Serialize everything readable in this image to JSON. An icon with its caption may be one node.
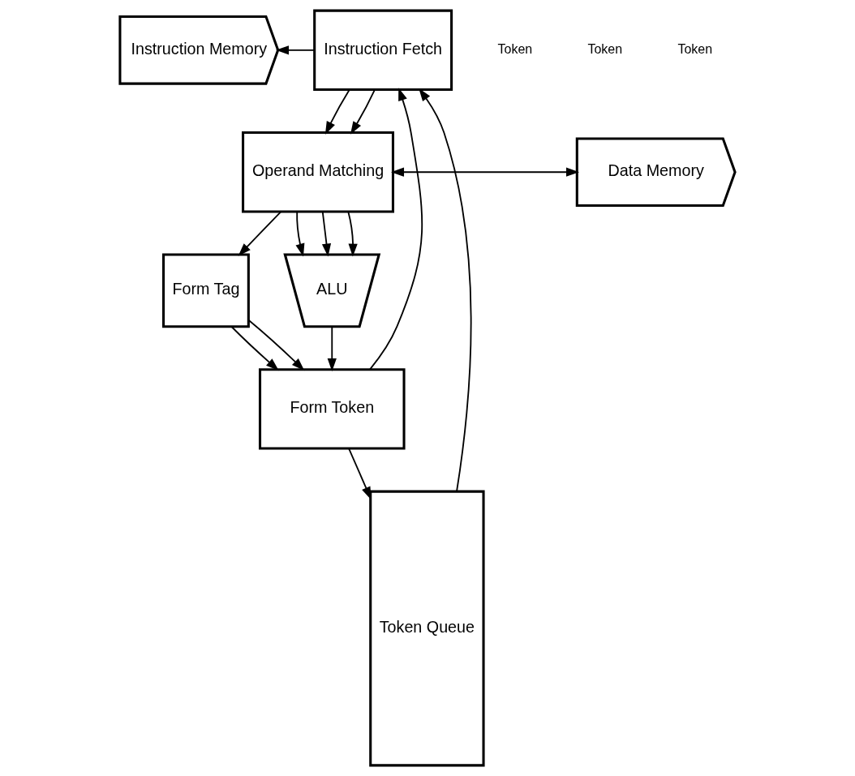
{
  "diagram": {
    "nodes": [
      {
        "text": [
          "Instruction Memory"
        ]
      },
      {
        "text": [
          "Instruction Fetch"
        ]
      },
      {
        "text": [
          "Data Memory"
        ]
      },
      {
        "text": [
          "Operand Matching"
        ]
      },
      {
        "text": [
          "Form Tag"
        ]
      },
      {
        "text": [
          "ALU"
        ]
      },
      {
        "text": [
          "Form Token"
        ]
      },
      {
        "text": [
          "Token Queue"
        ]
      }
    ],
    "edges": [
      {
        "from": 7,
        "to": 1,
        "arrow": "to"
      },
      {
        "from": 6,
        "to": 1,
        "arrow": "to"
      },
      {
        "from": 1,
        "to": 0,
        "arrow": "to"
      },
      {
        "from": 1,
        "to": 3,
        "arrow": "to"
      },
      {
        "from": 1,
        "to": 3,
        "arrow": "to"
      },
      {
        "from": 2,
        "to": 3,
        "arrow": "both"
      },
      {
        "from": 3,
        "to": 4,
        "arrow": "to"
      },
      {
        "from": 3,
        "to": 5,
        "arrow": "to"
      },
      {
        "from": 3,
        "to": 5,
        "arrow": "to"
      },
      {
        "from": 3,
        "to": 5,
        "arrow": "to"
      },
      {
        "from": 4,
        "to": 6,
        "arrow": "to"
      },
      {
        "from": 4,
        "to": 6,
        "arrow": "to"
      },
      {
        "from": 5,
        "to": 6,
        "arrow": "to"
      },
      {
        "from": 6,
        "to": 7,
        "arrow": "to"
      }
    ],
    "labels": [
      "Token",
      "Token",
      "Token"
    ]
  }
}
